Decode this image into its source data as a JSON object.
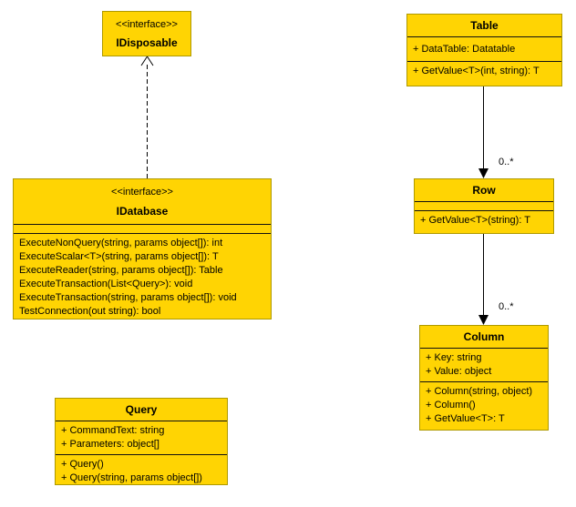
{
  "diagram": {
    "background_color": "#ffffff",
    "node_fill_color": "#FFD403",
    "node_border_color": "#AE9900",
    "line_color": "#000000"
  },
  "classes": {
    "idisposable": {
      "stereotype": "<<interface>>",
      "name": "IDisposable"
    },
    "idatabase": {
      "stereotype": "<<interface>>",
      "name": "IDatabase",
      "methods": [
        "ExecuteNonQuery(string, params object[]): int",
        "ExecuteScalar<T>(string, params object[]): T",
        "ExecuteReader(string, params object[]): Table",
        "ExecuteTransaction(List<Query>): void",
        "ExecuteTransaction(string, params object[]): void",
        "TestConnection(out string): bool"
      ]
    },
    "query": {
      "name": "Query",
      "attributes": [
        "+ CommandText: string",
        "+ Parameters: object[]"
      ],
      "methods": [
        "+ Query()",
        "+ Query(string, params object[])"
      ]
    },
    "table": {
      "name": "Table",
      "attributes": [
        "+ DataTable: Datatable"
      ],
      "methods": [
        "+ GetValue<T>(int, string): T"
      ]
    },
    "row": {
      "name": "Row",
      "methods": [
        "+ GetValue<T>(string): T"
      ]
    },
    "column": {
      "name": "Column",
      "attributes": [
        "+ Key: string",
        "+ Value: object"
      ],
      "methods": [
        "+ Column(string, object)",
        "+ Column()",
        "+ GetValue<T>: T"
      ]
    }
  },
  "relationships": {
    "idatabase_realizes_idisposable": {
      "type": "dashed-open-arrow"
    },
    "table_to_row": {
      "type": "solid-arrow",
      "multiplicity": "0..*"
    },
    "row_to_column": {
      "type": "solid-arrow",
      "multiplicity": "0..*"
    }
  }
}
